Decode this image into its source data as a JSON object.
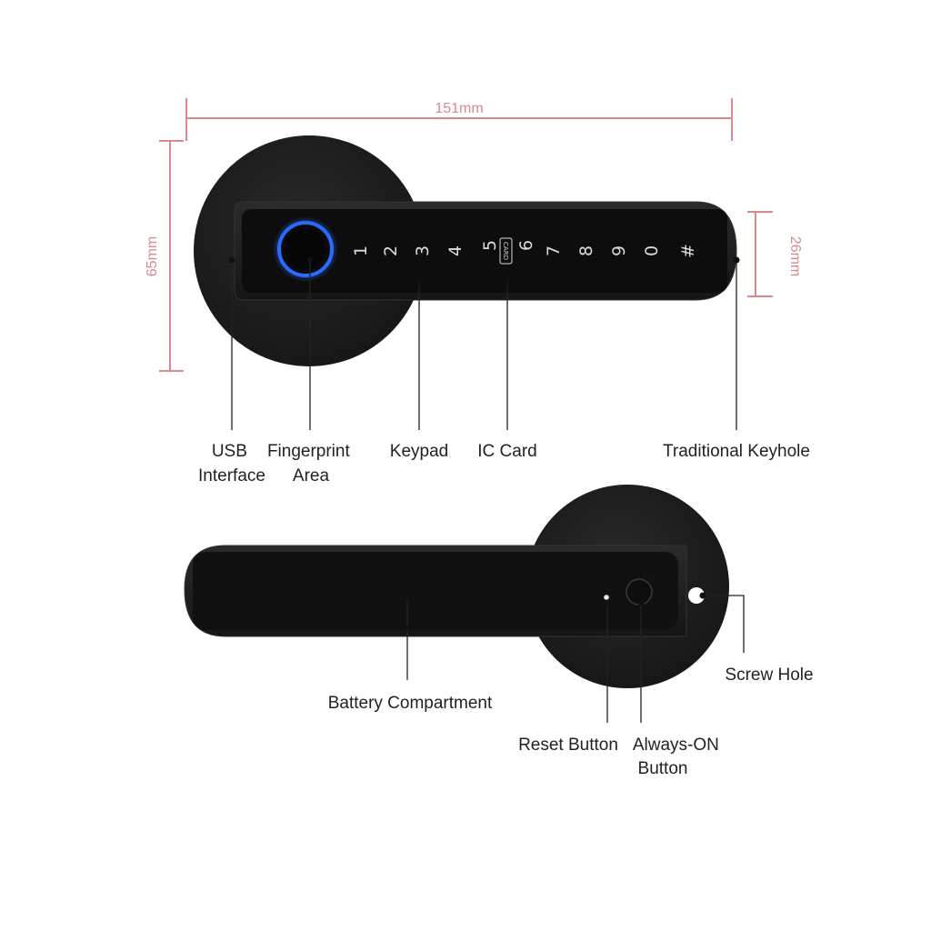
{
  "colors": {
    "dimension": "#d9898f",
    "body": "#1d1d1d",
    "panel": "#0d0d0d",
    "fingerprint_ring": "#2a6bff",
    "leader": "#222222"
  },
  "dimensions": {
    "width": "151mm",
    "height": "65mm",
    "handle": "26mm"
  },
  "front": {
    "keypad_keys": [
      "1",
      "2",
      "3",
      "4",
      "5",
      "6",
      "7",
      "8",
      "9",
      "0",
      "#"
    ],
    "card_text": "CARD"
  },
  "labels": {
    "usb": [
      "USB",
      "Interface"
    ],
    "fingerprint": [
      "Fingerprint",
      "Area"
    ],
    "keypad": "Keypad",
    "ic_card": "IC Card",
    "keyhole": "Traditional Keyhole",
    "battery": "Battery Compartment",
    "screw": "Screw Hole",
    "reset": "Reset Button",
    "always_on": [
      "Always-ON",
      "Button"
    ]
  }
}
